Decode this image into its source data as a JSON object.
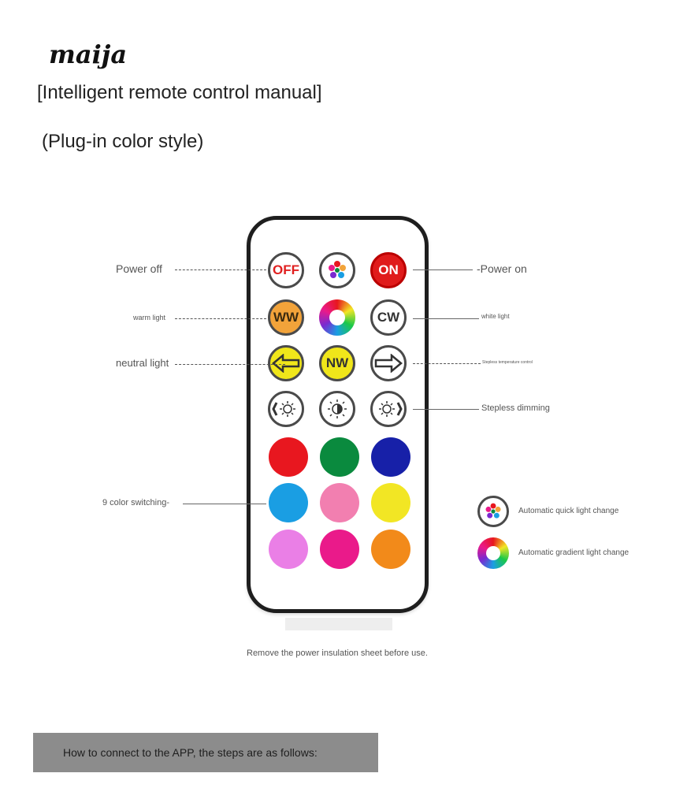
{
  "header": {
    "brand": "maija",
    "title": "[Intelligent remote control manual]",
    "subtitle": "(Plug-in color style)"
  },
  "remote": {
    "off_label": "OFF",
    "on_label": "ON",
    "ww_label": "WW",
    "cw_label": "CW",
    "nw_label": "NW",
    "colors": {
      "off_text": "#e02020",
      "on_fill": "#e01b1b",
      "ww_fill": "#f2a33a",
      "nw_fill": "#f0e61a",
      "red": "#e8171f",
      "green": "#0a8a3e",
      "blue": "#1720a8",
      "sky": "#1a9ee3",
      "pink": "#f27fb0",
      "yellow": "#f2e624",
      "violet": "#ea7fe6",
      "magenta": "#ea1a8a",
      "orange": "#f28a1a"
    }
  },
  "callouts": {
    "power_off": "Power off",
    "power_on": "-Power on",
    "warm_light": "warm light",
    "white_light": "white light",
    "neutral_light": "neutral light",
    "stepless_temp": "Stepless temperature control",
    "stepless_dimming": "Stepless dimming",
    "nine_color": "9 color switching-"
  },
  "legend": {
    "quick_change": "Automatic quick light change",
    "gradient_change": "Automatic gradient light change"
  },
  "footer": {
    "insulation_note": "Remove the power insulation sheet before use.",
    "app_instructions": "How to connect to the APP, the steps are as follows:"
  }
}
